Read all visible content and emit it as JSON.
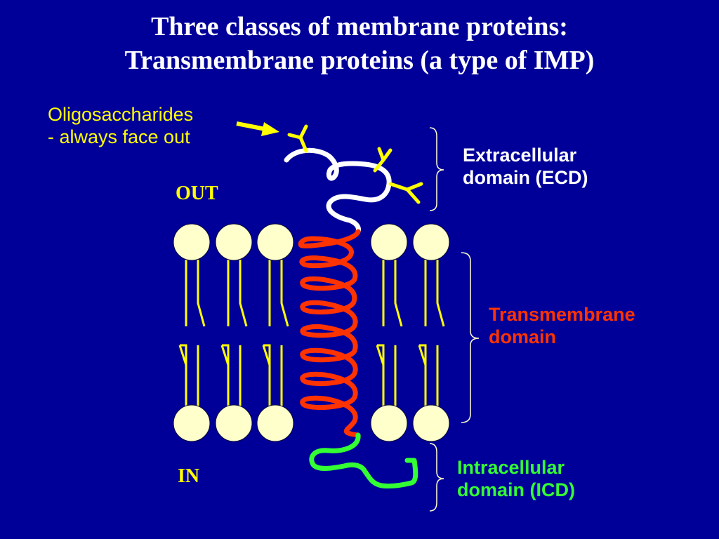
{
  "title": {
    "line1": "Three classes of membrane proteins:",
    "line2": "Transmembrane proteins (a type of IMP)"
  },
  "labels": {
    "oligosaccharides_line1": "Oligosaccharides",
    "oligosaccharides_line2": "- always face out",
    "out": "OUT",
    "in": "IN",
    "extracellular_line1": "Extracellular",
    "extracellular_line2": "domain (ECD)",
    "transmembrane_line1": "Transmembrane",
    "transmembrane_line2": "domain",
    "intracellular_line1": "Intracellular",
    "intracellular_line2": "domain (ICD)"
  },
  "colors": {
    "background": "#000099",
    "lipid_head": "#ffffcc",
    "lipid_tail": "#ffff00",
    "extracellular_domain": "#ffffff",
    "transmembrane_domain": "#ff3300",
    "intracellular_domain": "#33ff33",
    "oligosaccharide": "#ffff00"
  }
}
